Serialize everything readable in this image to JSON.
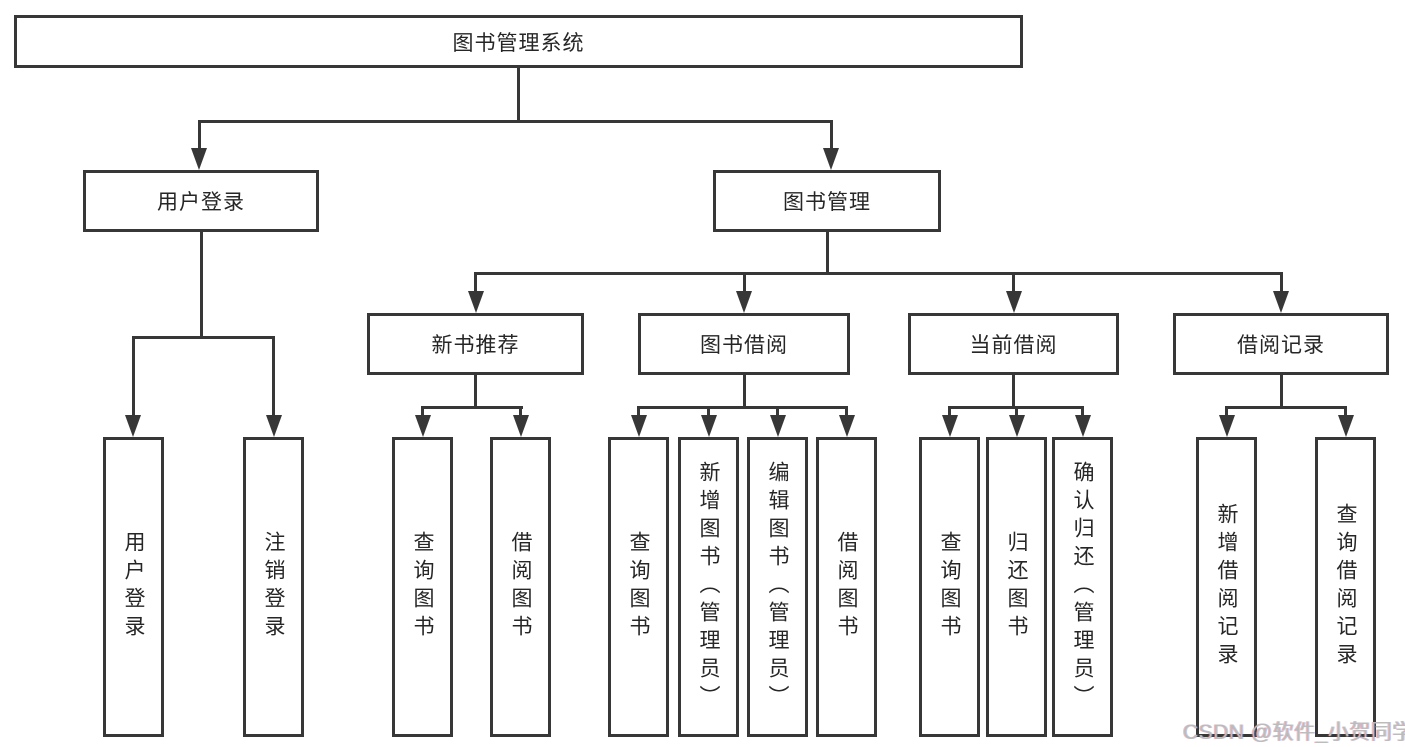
{
  "tree": {
    "root": "图书管理系统",
    "children": [
      {
        "label": "用户登录",
        "children": [
          {
            "label": "用户登录"
          },
          {
            "label": "注销登录"
          }
        ]
      },
      {
        "label": "图书管理",
        "children": [
          {
            "label": "新书推荐",
            "children": [
              {
                "label": "查询图书"
              },
              {
                "label": "借阅图书"
              }
            ]
          },
          {
            "label": "图书借阅",
            "children": [
              {
                "label": "查询图书"
              },
              {
                "label": "新增图书（管理员）"
              },
              {
                "label": "编辑图书（管理员）"
              },
              {
                "label": "借阅图书"
              }
            ]
          },
          {
            "label": "当前借阅",
            "children": [
              {
                "label": "查询图书"
              },
              {
                "label": "归还图书"
              },
              {
                "label": "确认归还（管理员）"
              }
            ]
          },
          {
            "label": "借阅记录",
            "children": [
              {
                "label": "新增借阅记录"
              },
              {
                "label": "查询借阅记录"
              }
            ]
          }
        ]
      }
    ]
  },
  "watermark": {
    "text": "CSDN @软件_小贺同学"
  },
  "colors": {
    "background": "#ffffff",
    "line": "#373737",
    "box_border": "#373737",
    "text": "#262626",
    "watermark": "#bcbcbc"
  }
}
